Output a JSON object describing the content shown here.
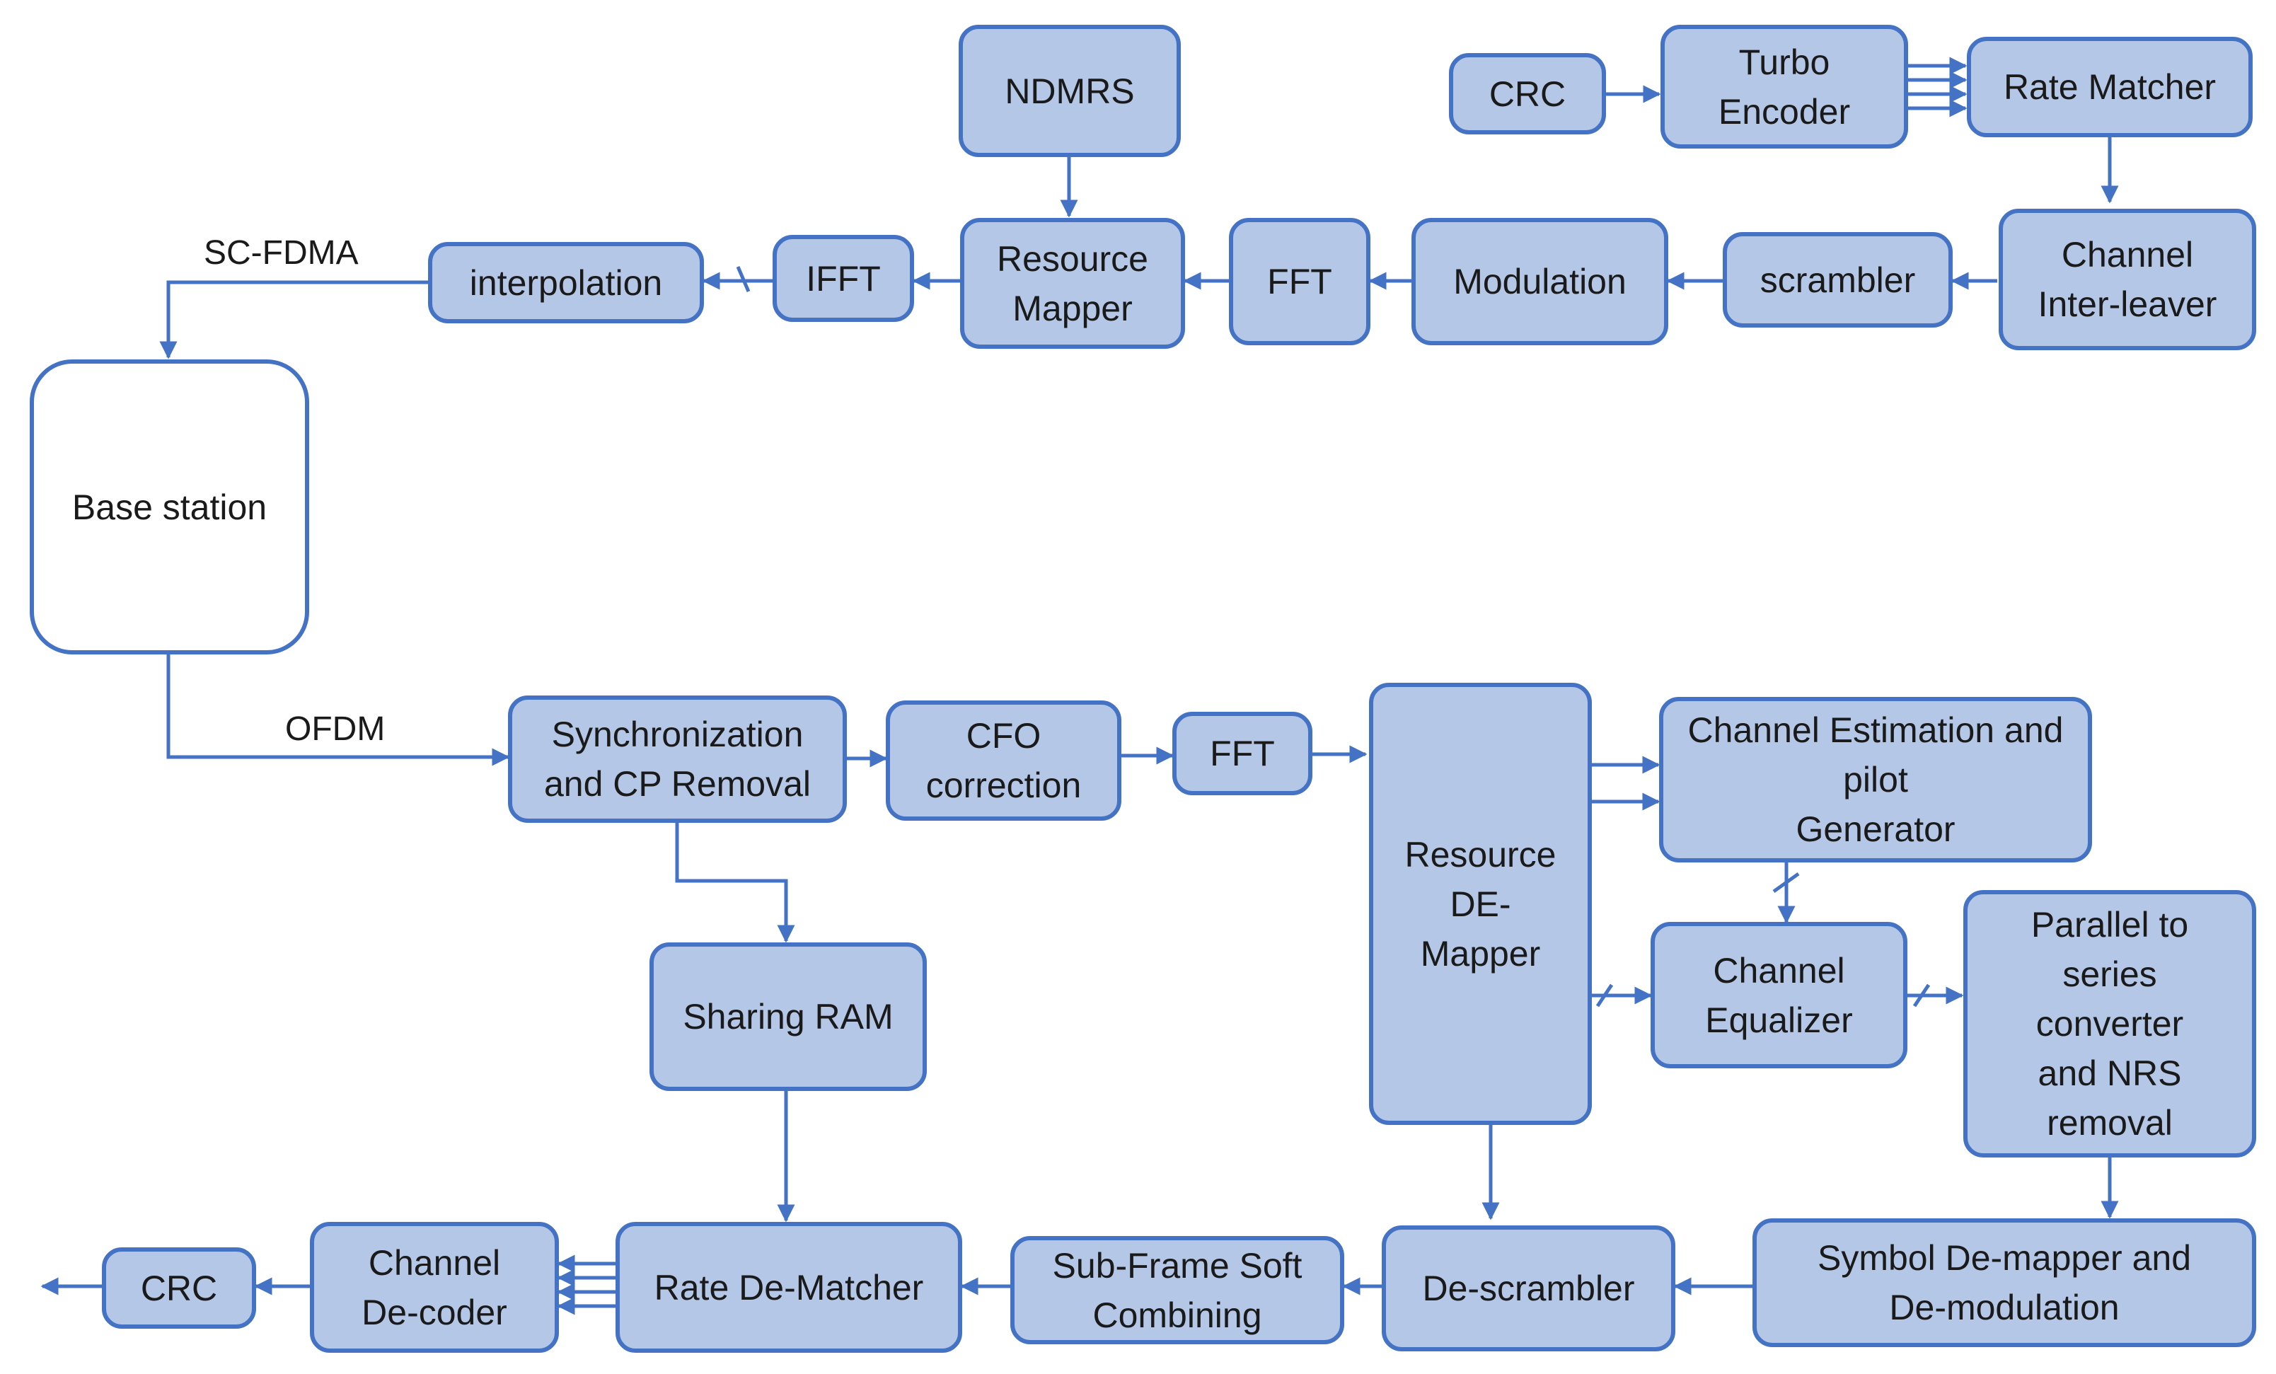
{
  "colors": {
    "box_fill": "#b4c7e7",
    "box_stroke": "#4472c4",
    "arrow": "#4472c4",
    "text": "#1a1a1a",
    "base_station_fill": "#ffffff"
  },
  "blocks": {
    "ndmrs": "NDMRS",
    "crc_tx": "CRC",
    "turbo_encoder": "Turbo\nEncoder",
    "rate_matcher": "Rate Matcher",
    "channel_interleaver": "Channel\nInter-leaver",
    "scrambler": "scrambler",
    "modulation": "Modulation",
    "fft_tx": "FFT",
    "resource_mapper": "Resource\nMapper",
    "ifft": "IFFT",
    "interpolation": "interpolation",
    "base_station": "Base station",
    "sync_cp_removal": "Synchronization\nand CP Removal",
    "cfo_correction": "CFO\ncorrection",
    "fft_rx": "FFT",
    "resource_demapper": "Resource\nDE-\nMapper",
    "channel_estimation": "Channel Estimation and pilot\nGenerator",
    "channel_equalizer": "Channel\nEqualizer",
    "parallel_to_series": "Parallel to\nseries\nconverter\nand NRS\nremoval",
    "sharing_ram": "Sharing RAM",
    "symbol_demapper": "Symbol De-mapper and\nDe-modulation",
    "descrambler": "De-scrambler",
    "subframe_soft_combining": "Sub-Frame Soft\nCombining",
    "rate_dematcher": "Rate De-Matcher",
    "channel_decoder": "Channel\nDe-coder",
    "crc_rx": "CRC"
  },
  "labels": {
    "sc_fdma": "SC-FDMA",
    "ofdm": "OFDM"
  }
}
